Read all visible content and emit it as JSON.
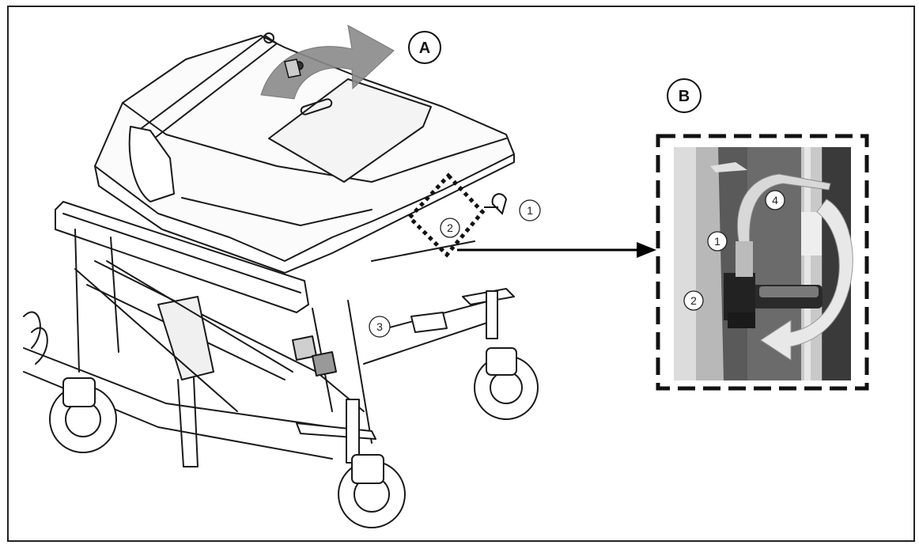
{
  "figure": {
    "panel_a_label": "A",
    "panel_b_label": "B",
    "callouts_a": {
      "c1": "1",
      "c2": "2",
      "c3": "3"
    },
    "callouts_b": {
      "c4": "4",
      "c1": "1",
      "c2": "2"
    }
  },
  "colors": {
    "line": "#1a1a1a",
    "arrow_gray": "#8a8a8a",
    "photo_bg": "#5a5a5a"
  },
  "icons": {
    "panel_a": "stretcher-line-drawing",
    "panel_b": "locking-lever-photo",
    "pointer": "right-arrow-icon",
    "rotation_a": "curved-arrow-icon",
    "rotation_b": "curved-arrow-icon"
  }
}
